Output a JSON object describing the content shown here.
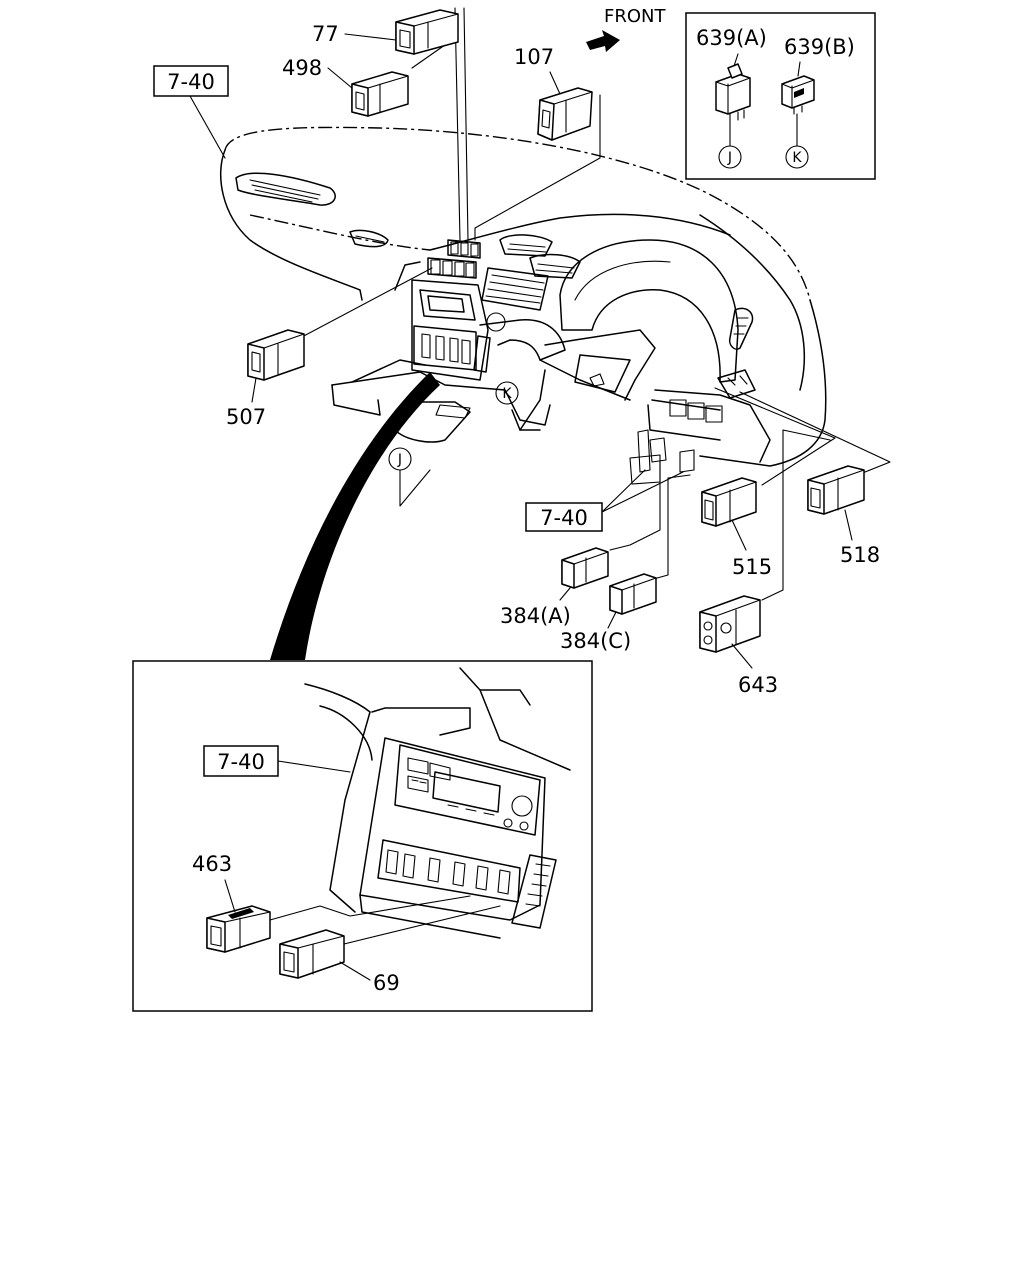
{
  "direction_label": "FRONT",
  "refs": {
    "main_dash": "7-40",
    "center_switches": "7-40",
    "inset": "7-40"
  },
  "parts": {
    "p77": "77",
    "p498": "498",
    "p107": "107",
    "p507": "507",
    "p515": "515",
    "p518": "518",
    "p384a": "384(A)",
    "p384c": "384(C)",
    "p643": "643",
    "p463": "463",
    "p69": "69"
  },
  "detail_box": {
    "p639a": "639(A)",
    "p639b": "639(B)",
    "j": "J",
    "k": "K"
  },
  "callouts": {
    "j": "J",
    "k": "K"
  }
}
